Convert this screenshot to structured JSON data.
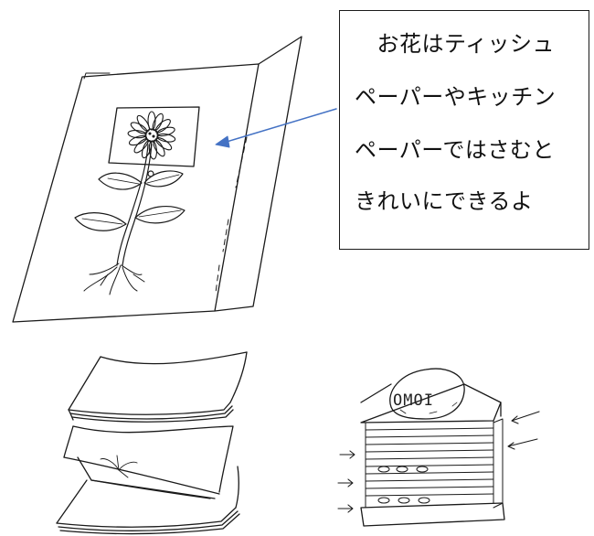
{
  "note": {
    "lines": [
      "　お花はティッシュ",
      "ペーパーやキッチン",
      "ペーパーではさむと",
      "きれいにできるよ"
    ]
  },
  "stone": {
    "label": "OMOI"
  },
  "colors": {
    "arrow": "#4472c4",
    "ink": "#1a1a1a"
  }
}
